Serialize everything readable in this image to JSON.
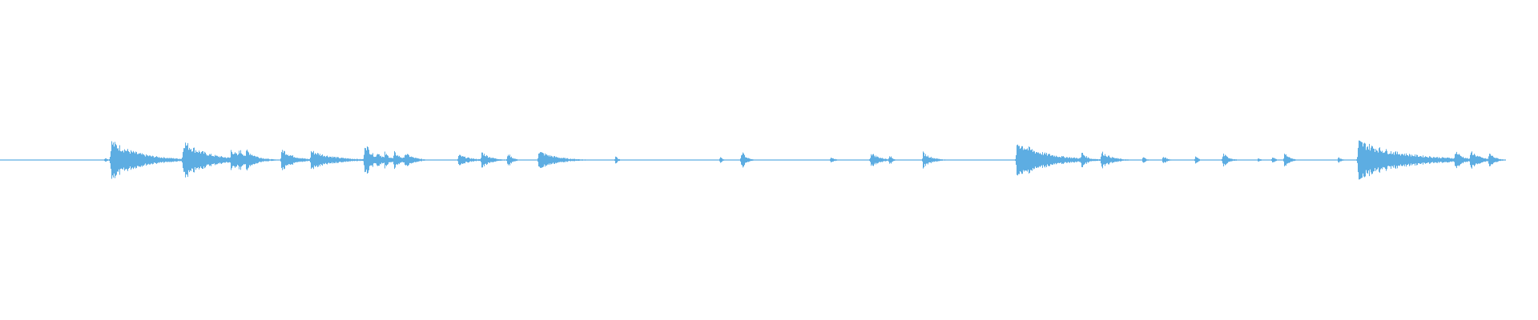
{
  "waveform": {
    "color": "#5dade2",
    "background": "#ffffff",
    "bursts": [
      {
        "t": 0.068,
        "amp": 0.07,
        "dur": 0.004
      },
      {
        "t": 0.072,
        "amp": 0.5,
        "dur": 0.038
      },
      {
        "t": 0.119,
        "amp": 0.5,
        "dur": 0.032
      },
      {
        "t": 0.15,
        "amp": 0.28,
        "dur": 0.014
      },
      {
        "t": 0.155,
        "amp": 0.3,
        "dur": 0.012
      },
      {
        "t": 0.16,
        "amp": 0.28,
        "dur": 0.014
      },
      {
        "t": 0.183,
        "amp": 0.3,
        "dur": 0.016
      },
      {
        "t": 0.202,
        "amp": 0.25,
        "dur": 0.03
      },
      {
        "t": 0.237,
        "amp": 0.5,
        "dur": 0.01
      },
      {
        "t": 0.245,
        "amp": 0.25,
        "dur": 0.008
      },
      {
        "t": 0.25,
        "amp": 0.2,
        "dur": 0.008
      },
      {
        "t": 0.256,
        "amp": 0.22,
        "dur": 0.01
      },
      {
        "t": 0.263,
        "amp": 0.2,
        "dur": 0.012
      },
      {
        "t": 0.298,
        "amp": 0.14,
        "dur": 0.016
      },
      {
        "t": 0.313,
        "amp": 0.22,
        "dur": 0.012
      },
      {
        "t": 0.33,
        "amp": 0.2,
        "dur": 0.006
      },
      {
        "t": 0.35,
        "amp": 0.24,
        "dur": 0.024
      },
      {
        "t": 0.4,
        "amp": 0.1,
        "dur": 0.004
      },
      {
        "t": 0.468,
        "amp": 0.08,
        "dur": 0.004
      },
      {
        "t": 0.482,
        "amp": 0.25,
        "dur": 0.006
      },
      {
        "t": 0.54,
        "amp": 0.07,
        "dur": 0.006
      },
      {
        "t": 0.566,
        "amp": 0.2,
        "dur": 0.012
      },
      {
        "t": 0.578,
        "amp": 0.16,
        "dur": 0.004
      },
      {
        "t": 0.6,
        "amp": 0.2,
        "dur": 0.012
      },
      {
        "t": 0.661,
        "amp": 0.48,
        "dur": 0.04
      },
      {
        "t": 0.703,
        "amp": 0.22,
        "dur": 0.008
      },
      {
        "t": 0.716,
        "amp": 0.22,
        "dur": 0.014
      },
      {
        "t": 0.743,
        "amp": 0.1,
        "dur": 0.004
      },
      {
        "t": 0.756,
        "amp": 0.1,
        "dur": 0.006
      },
      {
        "t": 0.777,
        "amp": 0.12,
        "dur": 0.004
      },
      {
        "t": 0.795,
        "amp": 0.18,
        "dur": 0.008
      },
      {
        "t": 0.818,
        "amp": 0.07,
        "dur": 0.003
      },
      {
        "t": 0.827,
        "amp": 0.1,
        "dur": 0.004
      },
      {
        "t": 0.835,
        "amp": 0.22,
        "dur": 0.006
      },
      {
        "t": 0.87,
        "amp": 0.1,
        "dur": 0.004
      },
      {
        "t": 0.883,
        "amp": 0.5,
        "dur": 0.06
      },
      {
        "t": 0.946,
        "amp": 0.26,
        "dur": 0.01
      },
      {
        "t": 0.956,
        "amp": 0.25,
        "dur": 0.012
      },
      {
        "t": 0.968,
        "amp": 0.2,
        "dur": 0.008
      }
    ]
  }
}
